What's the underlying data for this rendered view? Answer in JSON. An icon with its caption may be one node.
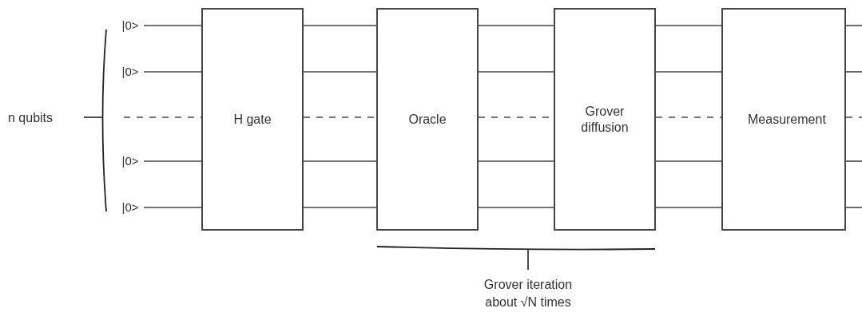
{
  "diagram": {
    "nodes": [
      {
        "text": [
          "|0>"
        ]
      },
      {
        "text": [
          "|0>"
        ]
      },
      {
        "text": [
          "|0>"
        ]
      },
      {
        "text": [
          "|0>"
        ]
      },
      {
        "text": [
          "H gate"
        ]
      },
      {
        "text": [
          "Oracle"
        ]
      },
      {
        "text": [
          "Grover diffusion"
        ]
      },
      {
        "text": [
          "Measurement"
        ]
      }
    ],
    "edges": [
      {
        "from": 0,
        "to": 4,
        "arrow": "none"
      },
      {
        "from": 1,
        "to": 4,
        "arrow": "none"
      },
      {
        "from": null,
        "to": 4,
        "arrow": "none",
        "style": "dashed"
      },
      {
        "from": 2,
        "to": 4,
        "arrow": "none"
      },
      {
        "from": 3,
        "to": 4,
        "arrow": "none"
      },
      {
        "from": 4,
        "to": 5,
        "arrow": "none"
      },
      {
        "from": 4,
        "to": 5,
        "arrow": "none"
      },
      {
        "from": 4,
        "to": 5,
        "arrow": "none",
        "style": "dashed"
      },
      {
        "from": 4,
        "to": 5,
        "arrow": "none"
      },
      {
        "from": 4,
        "to": 5,
        "arrow": "none"
      },
      {
        "from": 5,
        "to": 6,
        "arrow": "none"
      },
      {
        "from": 5,
        "to": 6,
        "arrow": "none"
      },
      {
        "from": 5,
        "to": 6,
        "arrow": "none",
        "style": "dashed"
      },
      {
        "from": 5,
        "to": 6,
        "arrow": "none"
      },
      {
        "from": 5,
        "to": 6,
        "arrow": "none"
      },
      {
        "from": 6,
        "to": 7,
        "arrow": "none"
      },
      {
        "from": 6,
        "to": 7,
        "arrow": "none"
      },
      {
        "from": 6,
        "to": 7,
        "arrow": "none",
        "style": "dashed"
      },
      {
        "from": 6,
        "to": 7,
        "arrow": "none"
      },
      {
        "from": 6,
        "to": 7,
        "arrow": "none"
      },
      {
        "from": 7,
        "to": null,
        "arrow": "none"
      },
      {
        "from": 7,
        "to": null,
        "arrow": "none"
      },
      {
        "from": 7,
        "to": null,
        "arrow": "none",
        "style": "dashed"
      },
      {
        "from": 7,
        "to": null,
        "arrow": "none"
      },
      {
        "from": 7,
        "to": null,
        "arrow": "none"
      }
    ],
    "labels": [
      "n qubits",
      "Grover iteration about √N times"
    ]
  }
}
